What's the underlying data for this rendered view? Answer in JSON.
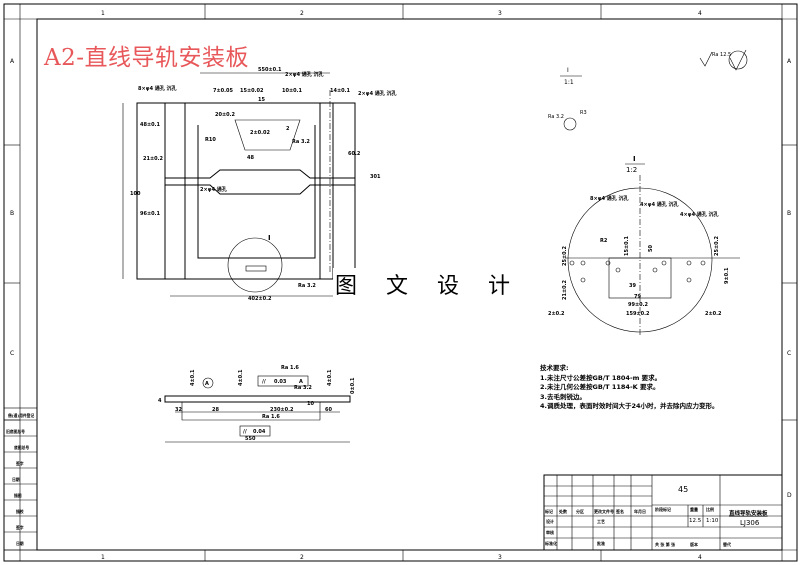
{
  "title": "A2-直线导轨安装板",
  "watermark": "图 文 设 计",
  "zones": {
    "columns": [
      "1",
      "2",
      "3",
      "4"
    ],
    "rows": [
      "A",
      "B",
      "C",
      "D"
    ]
  },
  "main_view": {
    "dims": [
      "550±0.1",
      "7±0.05",
      "15±0.02",
      "10±0.1",
      "14±0.1",
      "15",
      "2±0.02",
      "R10",
      "20±0.2",
      "2",
      "Ra 3.2",
      "48",
      "48±0.1",
      "60.2",
      "301",
      "100",
      "96±0.1",
      "21±0.2",
      "402±0.2",
      "Ra 3.2"
    ],
    "hole_notes": [
      "8×φ4 通孔 沉孔",
      "2×φ4 通孔 沉孔",
      "2×φ4 通孔 沉孔",
      "2×φ4 通孔"
    ],
    "detail_mark": "I"
  },
  "side_view": {
    "dims": [
      "4±0.1",
      "4±0.1",
      "4±0.1",
      "0±0.1",
      "4",
      "32",
      "28",
      "230±0.2",
      "10",
      "60",
      "550"
    ],
    "datum": "A",
    "tolerance_1": {
      "symbol": "//",
      "value": "0.03",
      "datum": "A"
    },
    "tolerance_2": {
      "symbol": "//",
      "value": "0.04"
    },
    "roughness": [
      "Ra 1.6",
      "Ra 3.2",
      "Ra 1.6"
    ]
  },
  "detail_top": {
    "label": "I",
    "scale": "1:1",
    "roughness": "Ra 3.2",
    "radius": "R3"
  },
  "detail_main": {
    "label": "I",
    "scale": "1:2",
    "hole_notes": [
      "8×φ4 通孔 沉孔",
      "4×φ4 通孔 沉孔",
      "4×φ4 通孔 沉孔"
    ],
    "dims": [
      "R2",
      "15±0.1",
      "50",
      "25±0.2",
      "25±0.2",
      "39",
      "79",
      "99±0.2",
      "159±0.2",
      "21±0.2",
      "2±0.2",
      "9±0.1",
      "2±0.2"
    ]
  },
  "surface_finish_general": "Ra 12.5",
  "requirements": {
    "heading": "技术要求:",
    "items": [
      "1.未注尺寸公差按GB/T 1804-m 要求。",
      "2.未注几何公差按GB/T 1184-K 要求。",
      "3.去毛刺锐边。",
      "4.调质处理，表面时效时间大于24小时，并去除内应力变形。"
    ]
  },
  "title_block": {
    "material": "45",
    "part_name": "直线导轨安装板",
    "drawing_no": "LJ306",
    "weight": "12.5",
    "scale": "1:10",
    "header_labels": [
      "标记",
      "处数",
      "分区",
      "更改文件号",
      "签名",
      "年月日"
    ],
    "role_labels": [
      "设计",
      "审核",
      "标准化",
      "工艺",
      "批准"
    ],
    "mid_labels": [
      "阶段标记",
      "重量",
      "比例"
    ],
    "bottom_labels": [
      "共 张 第 张",
      "版本",
      "替代"
    ]
  },
  "side_panel": [
    "借(通)用件登记",
    "旧底图总号",
    "底图总号",
    "签字",
    "日期",
    "描图",
    "描校",
    "签字",
    "日期"
  ]
}
